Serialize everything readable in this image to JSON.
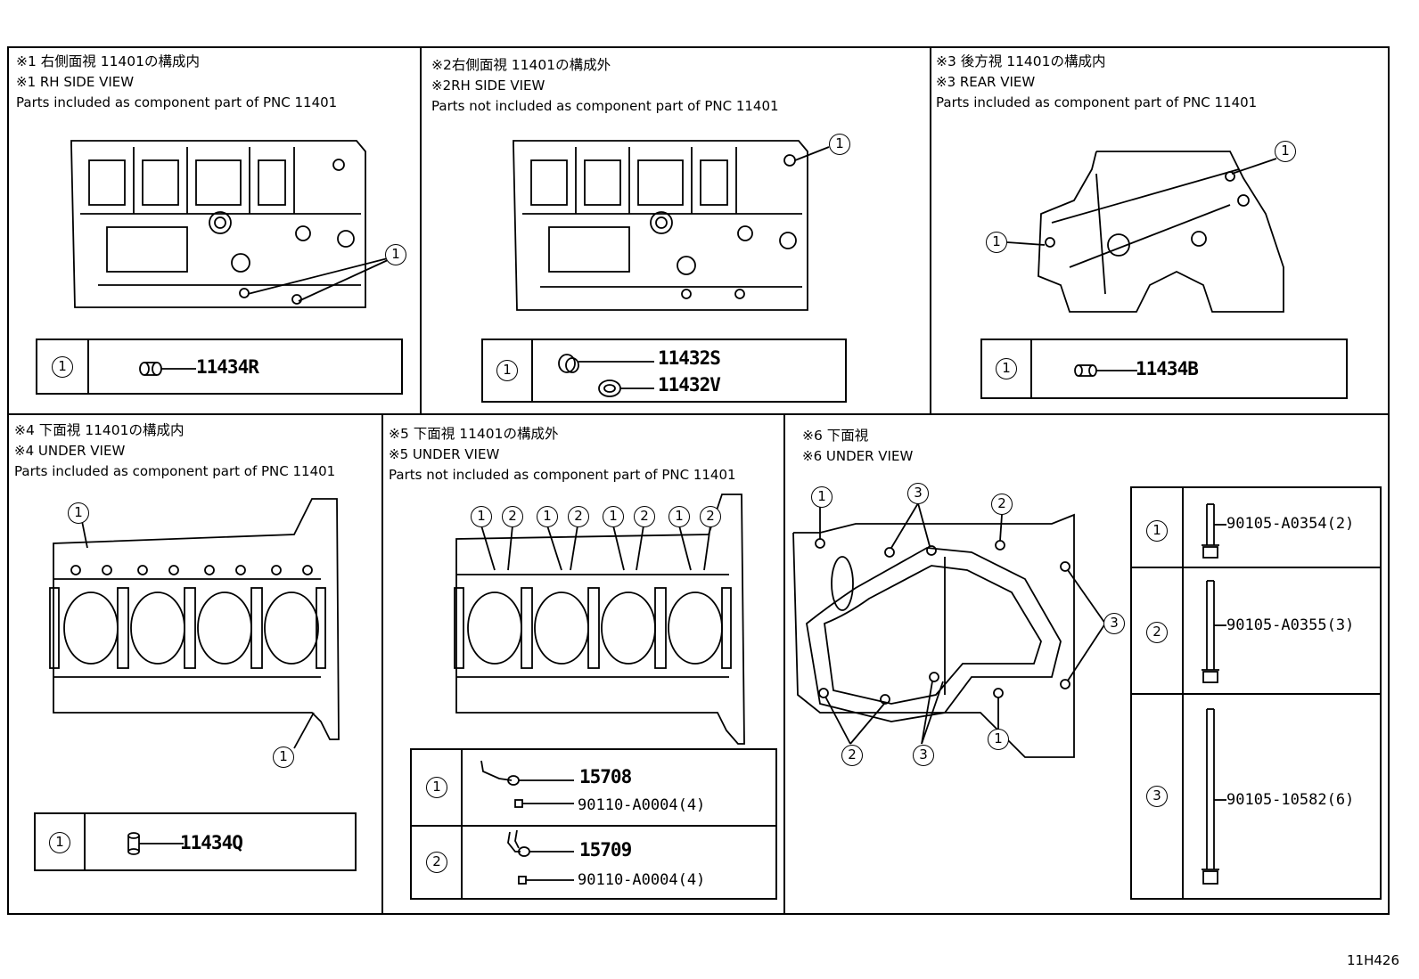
{
  "panels": [
    {
      "id": "p1",
      "line1": "※1 右側面視 11401の構成内",
      "line2": "※1 RH SIDE VIEW",
      "line3": "Parts included as component part of PNC 11401",
      "parts": [
        {
          "ref": "1",
          "numbers": [
            "11434R"
          ]
        }
      ]
    },
    {
      "id": "p2",
      "line1": "※2右側面視 11401の構成外",
      "line2": "※2RH SIDE VIEW",
      "line3": "Parts not included as component part of PNC 11401",
      "parts": [
        {
          "ref": "1",
          "numbers": [
            "11432S",
            "11432V"
          ]
        }
      ]
    },
    {
      "id": "p3",
      "line1": "※3 後方視 11401の構成内",
      "line2": "※3 REAR VIEW",
      "line3": "Parts included as component part of PNC 11401",
      "parts": [
        {
          "ref": "1",
          "numbers": [
            "11434B"
          ]
        }
      ]
    },
    {
      "id": "p4",
      "line1": "※4 下面視 11401の構成内",
      "line2": "※4 UNDER VIEW",
      "line3": "Parts included as component part of PNC 11401",
      "parts": [
        {
          "ref": "1",
          "numbers": [
            "11434Q"
          ]
        }
      ]
    },
    {
      "id": "p5",
      "line1": "※5 下面視 11401の構成外",
      "line2": "※5 UNDER VIEW",
      "line3": "Parts not included as component part of PNC 11401",
      "parts": [
        {
          "ref": "1",
          "numbers": [
            "15708",
            "90110-A0004(4)"
          ]
        },
        {
          "ref": "2",
          "numbers": [
            "15709",
            "90110-A0004(4)"
          ]
        }
      ]
    },
    {
      "id": "p6",
      "line1": "※6 下面視",
      "line2": "※6 UNDER VIEW",
      "parts": [
        {
          "ref": "1",
          "numbers": [
            "90105-A0354(2)"
          ]
        },
        {
          "ref": "2",
          "numbers": [
            "90105-A0355(3)"
          ]
        },
        {
          "ref": "3",
          "numbers": [
            "90105-10582(6)"
          ]
        }
      ]
    }
  ],
  "callouts": {
    "one": "1",
    "two": "2",
    "three": "3"
  },
  "figure_code": "11H426"
}
